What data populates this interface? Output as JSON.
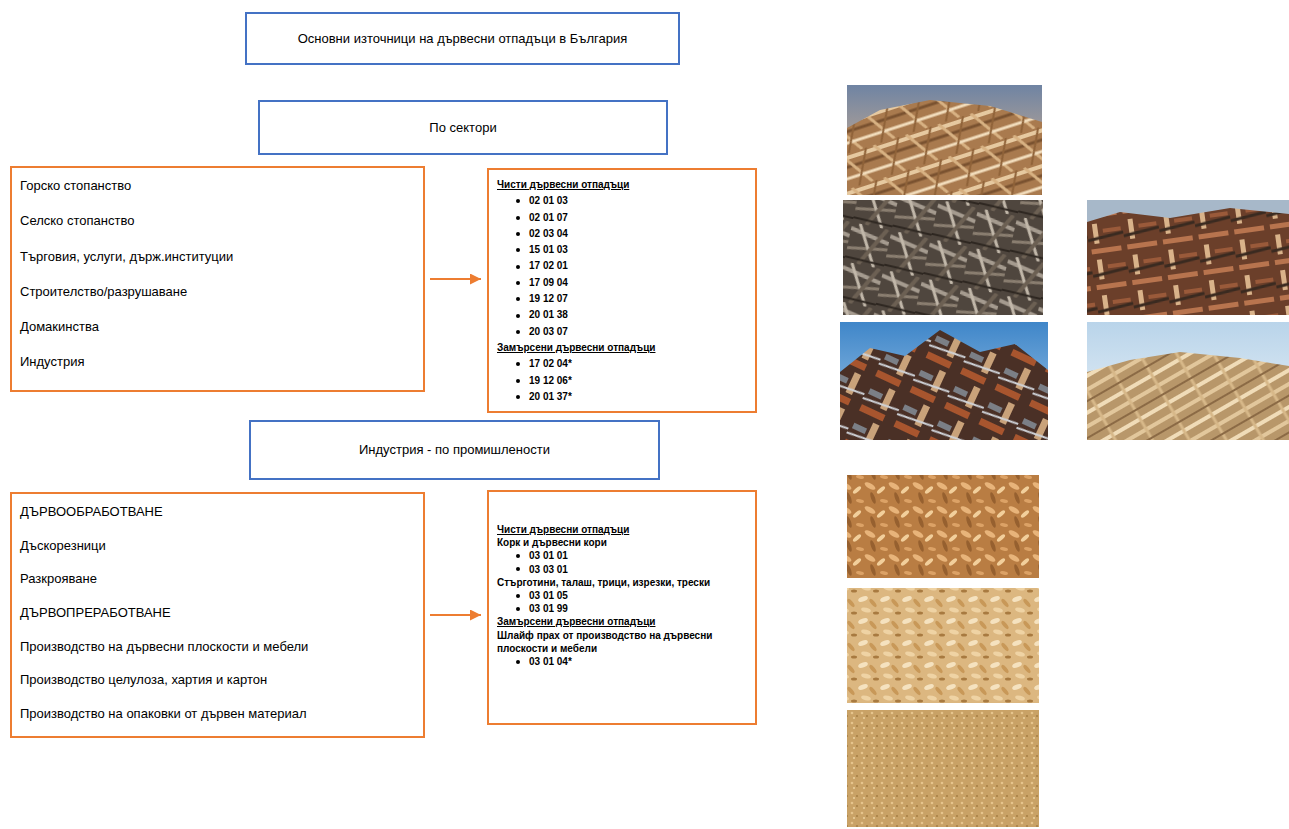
{
  "diagram": {
    "nodes": [
      {
        "text": [
          "Основни източници на дървесни отпадъци в България"
        ]
      },
      {
        "text": [
          "По сектори"
        ]
      },
      {
        "text": [
          "Горско стопанство",
          "Селско стопанство",
          "Търговия, услуги, държ.институции",
          "Строителство/разрушаване",
          "Домакинства",
          "Индустрия"
        ]
      },
      {
        "text": [
          "Чисти дървесни отпадъци",
          "02 01 03",
          "02 01 07",
          "02 03 04",
          "15 01 03",
          "17 02 01",
          "17 09 04",
          "19 12 07",
          "20 01 38",
          "20 03 07",
          "Замърсени дървесни отпадъци",
          "17 02 04*",
          "19 12 06*",
          "20 01 37*"
        ]
      },
      {
        "text": [
          "Индустрия - по промишлености"
        ]
      },
      {
        "text": [
          "ДЪРВООБРАБОТВАНЕ",
          "Дъскорезници",
          "Разкрояване",
          "ДЪРВОПРЕРАБОТВАНЕ",
          "Производство на дървесни плоскости и мебели",
          "Производство целулоза, хартия и картон",
          "Производство на опаковки от дървен материал"
        ]
      },
      {
        "text": [
          "Чисти дървесни отпадъци",
          "Корк и дървесни кори",
          "03 01 01",
          "03 03 01",
          "Стърготини, талаш, трици, изрезки, трески",
          "03 01 05",
          "03 01 99",
          "Замърсени дървесни отпадъци",
          "Шлайф прах от производство на дървесни плоскости и мебели",
          "03 01 04*"
        ]
      }
    ],
    "edges": [
      {
        "from": 2,
        "to": 3,
        "arrow": "to"
      },
      {
        "from": 5,
        "to": 6,
        "arrow": "to"
      }
    ]
  }
}
